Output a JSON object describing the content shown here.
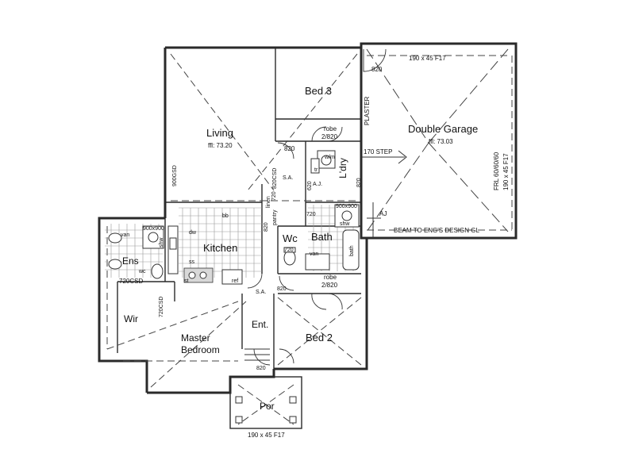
{
  "rooms": {
    "living": "Living",
    "living_ffl": "ffl: 73.20",
    "bed3": "Bed 3",
    "garage": "Double Garage",
    "garage_ffl": "ffl: 73.03",
    "kitchen": "Kitchen",
    "bath": "Bath",
    "wc": "Wc",
    "lndry": "L'dry",
    "ens": "Ens",
    "wir": "Wir",
    "master_1": "Master",
    "master_2": "Bedroom",
    "ent": "Ent.",
    "bed2": "Bed 2",
    "por": "Por"
  },
  "labels": {
    "beam_top": "190 x 45 F17",
    "beam_bottom": "190 x 45 F17",
    "beam_right": "190 x 45 F17",
    "frl": "FRL 60/60/60",
    "plaster": "PLASTER",
    "step": "170 STEP",
    "beam_eng": "BEAM TO ENG'S DESIGN GL",
    "aj": "AJ",
    "door_820_garage": "820",
    "door_820_bed3": "820",
    "robe_top": "robe",
    "robe_top_size": "2/820",
    "robe_bottom": "robe",
    "robe_bottom_size": "2/820",
    "csd_living": "820CSD",
    "gsd_living": "900GSD",
    "sa_top": "S.A.",
    "sa_bottom": "S.A.",
    "wm": "w/m",
    "tr": "tr",
    "aj_lndry": "A.J.",
    "lndry_620": "620",
    "lndry_820": "820",
    "lndry_720": "720",
    "shower": "900x900",
    "shw": "shw",
    "bath_fixture": "bath",
    "van_bath": "van",
    "wc_720": "720",
    "pantry": "pantry",
    "linen": "linen",
    "linen_720": "720",
    "pantry_820": "820",
    "bb": "bb",
    "dw": "dw",
    "ss": "ss",
    "st": "st",
    "ref": "ref",
    "van_ens": "van",
    "shower_ens": "900x900",
    "shw_ens": "shw",
    "wc_ens": "wc",
    "ens_csd": "720CSD",
    "wir_csd": "720CSD",
    "entry_820": "820",
    "bed2_820": "820"
  }
}
